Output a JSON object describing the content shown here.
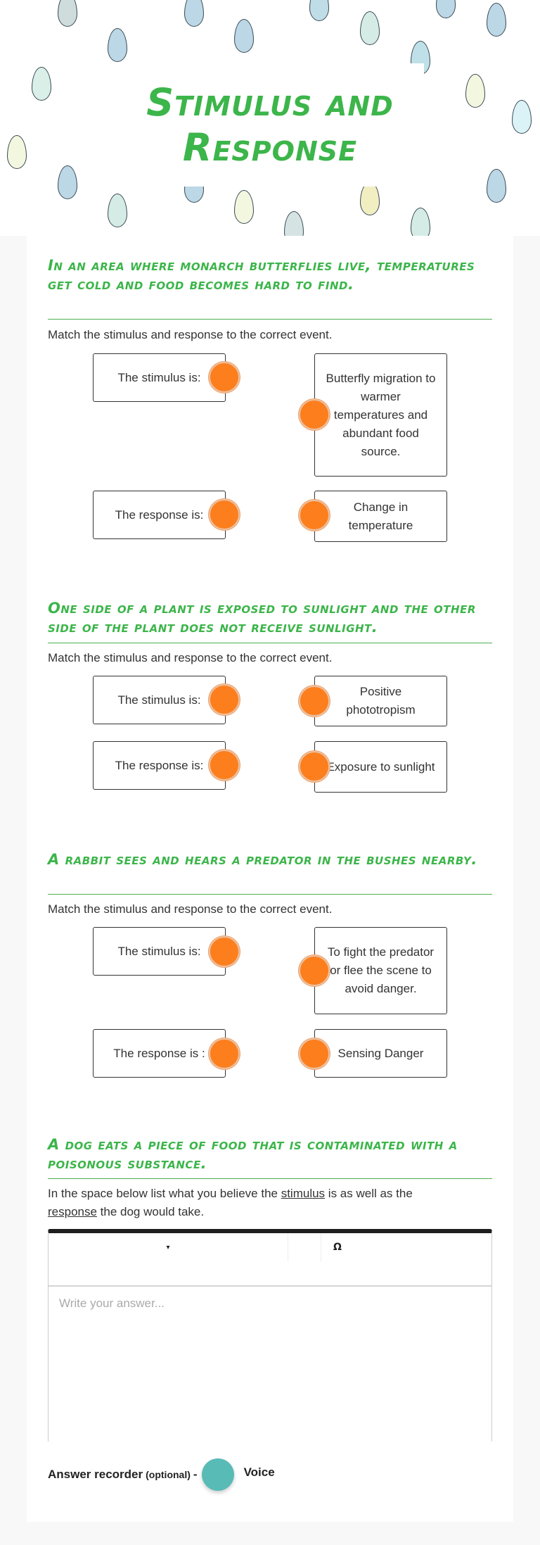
{
  "header": {
    "title_line1": "Stimulus and",
    "title_line2": "Response",
    "title_color": "#3cb54a"
  },
  "questions": [
    {
      "heading": "In an area where monarch butterflies live, temperatures get cold and food becomes hard to find.",
      "instruction": "Match the stimulus and response to the correct event.",
      "left_items": [
        "The stimulus is:",
        "The response is:"
      ],
      "right_items": [
        "Butterfly migration to warmer temperatures and abundant food source.",
        "Change in temperature"
      ]
    },
    {
      "heading": "One side of a plant is exposed to sunlight and the other side of the plant does not receive sunlight.",
      "instruction": "Match the stimulus and response to the correct event.",
      "left_items": [
        "The stimulus is:",
        "The response is:"
      ],
      "right_items": [
        "Positive phototropism",
        "Exposure to sunlight"
      ]
    },
    {
      "heading": "A rabbit sees and hears a predator in the bushes nearby.",
      "instruction": "Match the stimulus and response to the correct event.",
      "left_items": [
        "The stimulus is:",
        "The response is :"
      ],
      "right_items": [
        "To fight the predator or flee the scene to avoid danger.",
        "Sensing Danger"
      ]
    },
    {
      "heading": "A dog eats a piece of food that is contaminated with a poisonous substance.",
      "instruction_parts": {
        "p1": "In the space below list what you believe the ",
        "u1": "stimulus",
        "p2": " is as well as the ",
        "u2": "response",
        "p3": " the dog would take."
      },
      "editor": {
        "dropdown_icon": "▾",
        "special_char_icon": "Ω",
        "answer_placeholder": "Write your answer...",
        "answer_value": ""
      },
      "recorder": {
        "label": "Answer recorder",
        "optional": "(optional)",
        "dash": "-",
        "voice_label": "Voice"
      }
    }
  ],
  "colors": {
    "connector_dot": "#fd7e1c",
    "recorder_button": "#58bbb6",
    "heading_green": "#3cb54a",
    "page_background": "#f8f8f8"
  }
}
